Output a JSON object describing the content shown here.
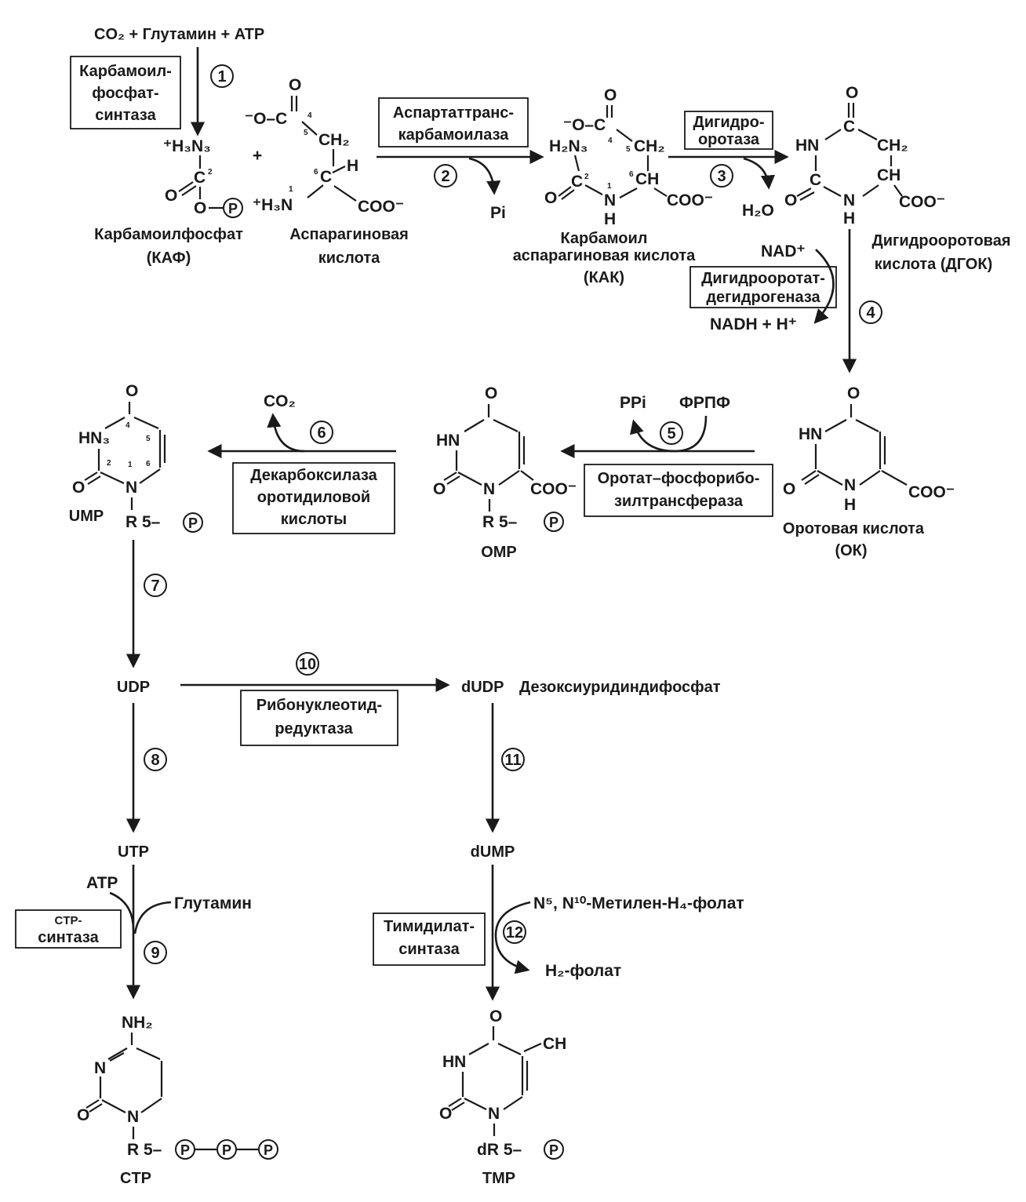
{
  "reactants": "CO₂ + Глутамин + ATP",
  "steps": [
    "1",
    "2",
    "3",
    "4",
    "5",
    "6",
    "7",
    "8",
    "9",
    "10",
    "11",
    "12"
  ],
  "enzymes": {
    "e1": [
      "Карбамоил-",
      "фосфат-",
      "синтаза"
    ],
    "e2": [
      "Аспартаттранс-",
      "карбамоилаза"
    ],
    "e3": [
      "Дигидро-",
      "оротаза"
    ],
    "e4": [
      "Дигидрооротат-",
      "дегидрогеназа"
    ],
    "e5": [
      "Оротат–фосфорибо-",
      "зилтрансфераза"
    ],
    "e6": [
      "Декарбоксилаза",
      "оротидиловой",
      "кислоты"
    ],
    "e10": [
      "Рибонуклеотид-",
      "редуктаза"
    ],
    "e9": [
      "CTP-",
      "синтаза"
    ],
    "e12": [
      "Тимидилат-",
      "синтаза"
    ]
  },
  "compounds": {
    "kaf": [
      "Карбамоилфосфат",
      "(КАФ)"
    ],
    "asp": [
      "Аспарагиновая",
      "кислота"
    ],
    "kak": [
      "Карбамоил",
      "аспарагиновая кислота",
      "(КАК)"
    ],
    "dgok": [
      "Дигидрооротовая",
      "кислота (ДГОК)"
    ],
    "ok": [
      "Оротовая кислота",
      "(ОК)"
    ],
    "omp": "OMP",
    "ump": "UMP",
    "udp": "UDP",
    "dudp": "dUDP",
    "dudp_name": "Дезоксиуридиндифосфат",
    "utp": "UTP",
    "dump": "dUMP",
    "ctp": "CTP",
    "tmp": "TMP"
  },
  "cofactors": {
    "pi": "Pi",
    "h2o": "H₂O",
    "nad": "NAD⁺",
    "nadh": "NADH + H⁺",
    "ppi": "PPi",
    "frpf": "ФРПФ",
    "co2": "CO₂",
    "atp": "ATP",
    "glutamine": "Глутамин",
    "methylene": "N⁵, N¹⁰-Метилен-H₄-фолат",
    "h2folate": "H₂-фолат"
  }
}
